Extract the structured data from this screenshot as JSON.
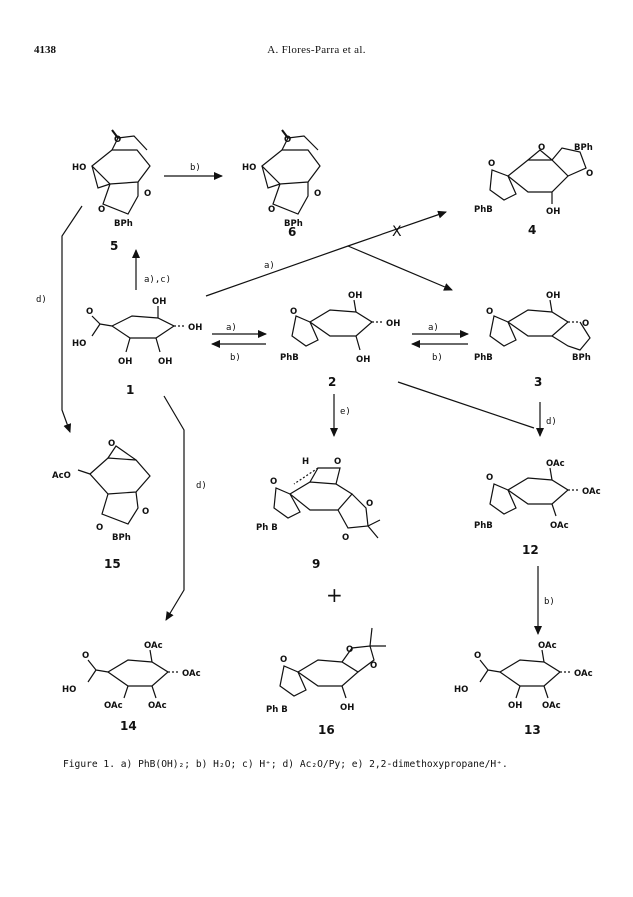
{
  "header": {
    "page_number": "4138",
    "running_head": "A. Flores-Parra et al."
  },
  "compounds": {
    "c1": "1",
    "c2": "2",
    "c3": "3",
    "c4": "4",
    "c5": "5",
    "c6": "6",
    "c9": "9",
    "c12": "12",
    "c13": "13",
    "c14": "14",
    "c15": "15",
    "c16": "16"
  },
  "arrows": {
    "c5_to_c6": "b)",
    "c1_to_c5": "a),c)",
    "c1_to_c4": "a)",
    "c1_to_c2": "a)",
    "c2_to_c1": "b)",
    "c2_to_c3": "a)",
    "c3_to_c2": "b)",
    "c2_to_c9": "e)",
    "c3_to_c12": "d)",
    "c1_to_c15": "d)",
    "c1_to_c14": "d)",
    "c12_to_c13": "b)",
    "blocked": "X",
    "plus": "+"
  },
  "labels": {
    "phb": "PhB",
    "bph": "BPh",
    "ph_b": "Ph B",
    "ho": "HO",
    "oh": "OH",
    "o": "O",
    "h": "H",
    "oac": "OAc",
    "aco": "AcO"
  },
  "caption": "Figure 1. a) PhB(OH)₂; b) H₂O; c) H⁺; d) Ac₂O/Py; e) 2,2-dimethoxypropane/H⁺."
}
